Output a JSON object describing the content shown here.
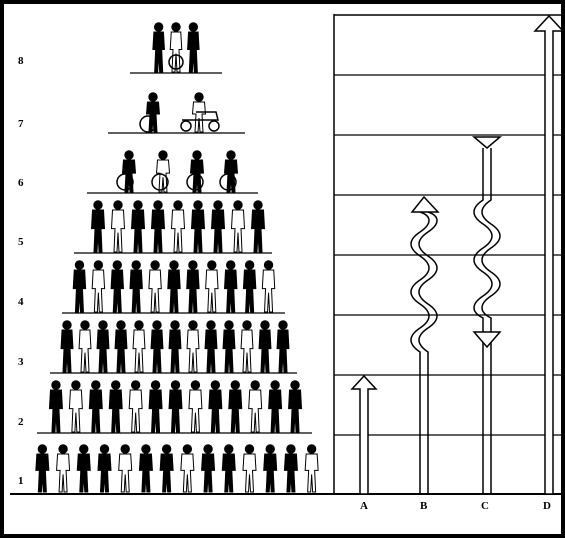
{
  "levels": [
    "1",
    "2",
    "3",
    "4",
    "5",
    "6",
    "7",
    "8"
  ],
  "columns": [
    "A",
    "B",
    "C",
    "D"
  ],
  "icons": {
    "figures": "person-silhouette-icon",
    "wheelchair": "wheelchair-icon",
    "scooter": "mobility-scooter-icon",
    "arrow_up": "arrow-up-icon",
    "arrow_down": "arrow-down-icon"
  },
  "colors": {
    "ink": "#000000",
    "paper": "#ffffff"
  }
}
